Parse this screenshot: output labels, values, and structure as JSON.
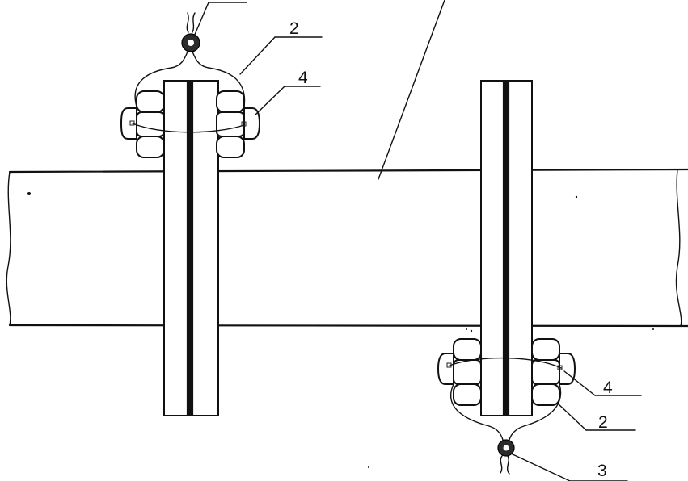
{
  "figure": {
    "labels": {
      "wire_top": "2",
      "bolt_top": "4",
      "bolt_bottom": "4",
      "wire_bottom": "2",
      "seal_bottom": "3"
    }
  }
}
